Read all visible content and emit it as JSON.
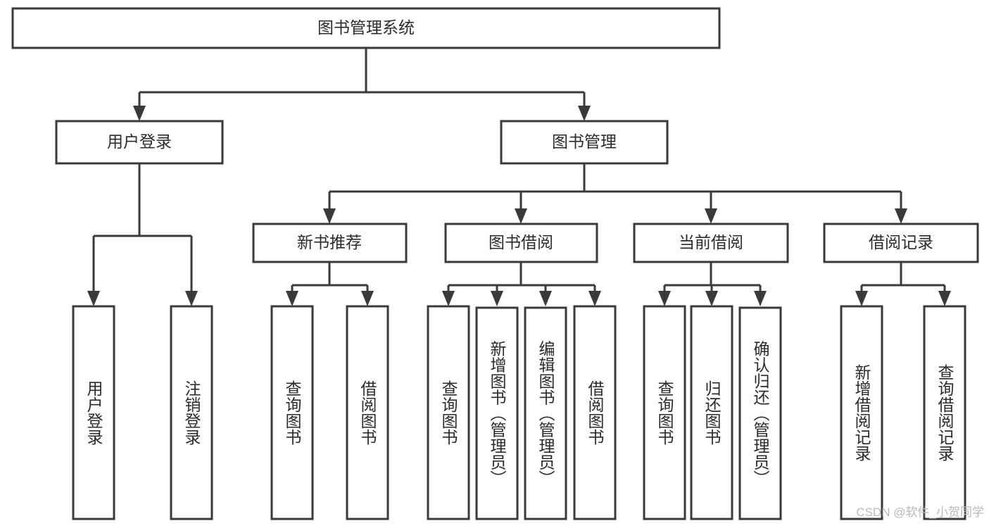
{
  "diagram": {
    "title": "图书管理系统",
    "type": "hierarchy-tree",
    "background_color": "#ffffff",
    "box_stroke_color": "#3a3a3a",
    "text_color": "#2b2b2b",
    "levels": {
      "root": {
        "label": "图书管理系统"
      },
      "level1": [
        {
          "label": "用户登录"
        },
        {
          "label": "图书管理"
        }
      ],
      "level2": [
        {
          "label": "新书推荐"
        },
        {
          "label": "图书借阅"
        },
        {
          "label": "当前借阅"
        },
        {
          "label": "借阅记录"
        }
      ],
      "leaves_user_login": [
        {
          "label": "用户登录"
        },
        {
          "label": "注销登录"
        }
      ],
      "leaves_new_book": [
        {
          "label": "查询图书"
        },
        {
          "label": "借阅图书"
        }
      ],
      "leaves_borrow": [
        {
          "label": "查询图书"
        },
        {
          "label": "新增图书（管理员）"
        },
        {
          "label": "编辑图书（管理员）"
        },
        {
          "label": "借阅图书"
        }
      ],
      "leaves_current": [
        {
          "label": "查询图书"
        },
        {
          "label": "归还图书"
        },
        {
          "label": "确认归还（管理员）"
        }
      ],
      "leaves_records": [
        {
          "label": "新增借阅记录"
        },
        {
          "label": "查询借阅记录"
        }
      ]
    },
    "watermark": "CSDN @软件_小贺同学"
  }
}
